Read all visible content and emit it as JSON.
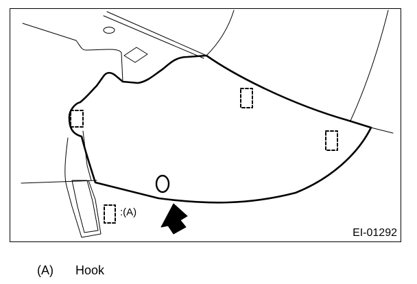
{
  "diagram": {
    "callout_marker": ":(A)",
    "figure_id": "EI-01292"
  },
  "legend": {
    "key": "(A)",
    "label": "Hook"
  }
}
